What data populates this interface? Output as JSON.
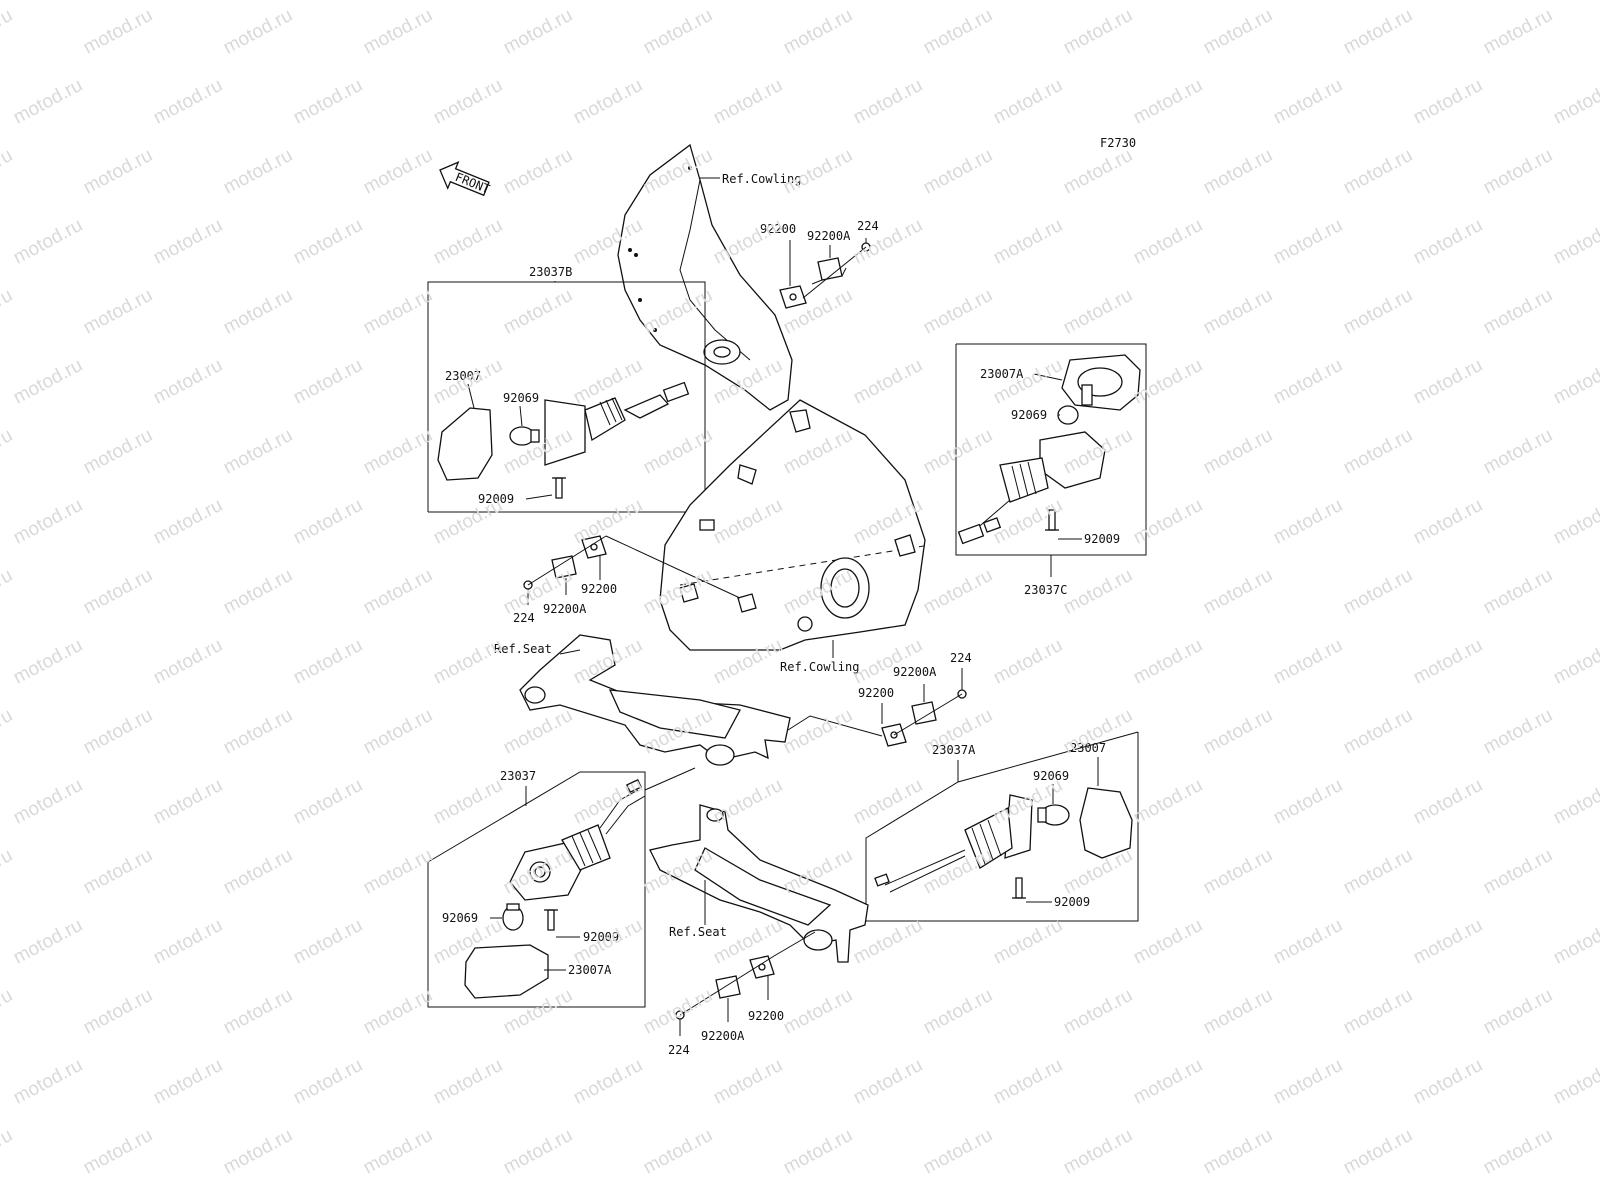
{
  "watermark": {
    "text": "motod.ru",
    "color": "#d9d9d9"
  },
  "figure_code": "F2730",
  "front_arrow": "FRONT",
  "labels": {
    "ref_cowling_top": "Ref.Cowling",
    "ref_cowling_mid": "Ref.Cowling",
    "ref_seat_left": "Ref.Seat",
    "ref_seat_bottom": "Ref.Seat",
    "p23037B": "23037B",
    "p23007_tl": "23007",
    "p92069_tl": "92069",
    "p92009_tl": "92009",
    "p92200A_top": "92200A",
    "p224_top": "224",
    "p92200_top": "92200",
    "p23007A_tr": "23007A",
    "p92069_tr": "92069",
    "p92009_tr": "92009",
    "p23037C": "23037C",
    "p92200_midl": "92200",
    "p224_midl": "224",
    "p92200A_midl": "92200A",
    "p224_midr": "224",
    "p92200A_midr": "92200A",
    "p92200_midr": "92200",
    "p23037A": "23037A",
    "p23007_br": "23007",
    "p92069_br": "92069",
    "p92009_br": "92009",
    "p23037": "23037",
    "p92069_bl": "92069",
    "p92009_bl": "92009",
    "p23007A_bl": "23007A",
    "p92200_bot": "92200",
    "p224_bot": "224",
    "p92200A_bot": "92200A"
  }
}
